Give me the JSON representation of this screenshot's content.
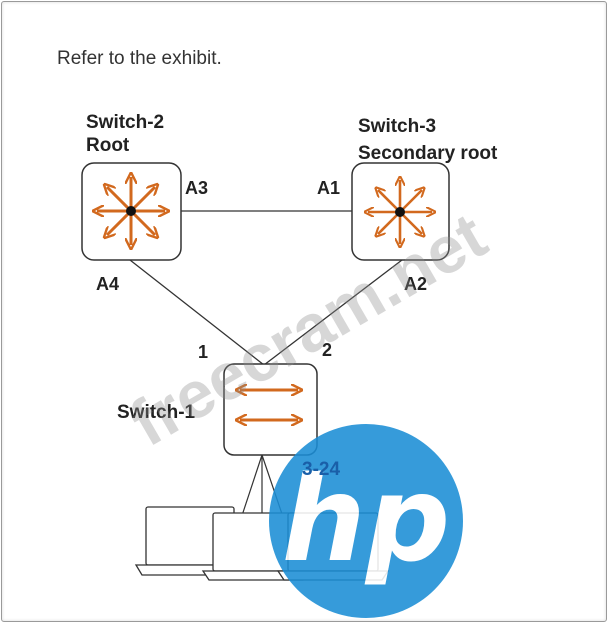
{
  "caption": "Refer to the exhibit.",
  "switches": {
    "switch2": {
      "name": "Switch-2",
      "role": "Root",
      "port_a": "A3",
      "port_b": "A4"
    },
    "switch3": {
      "name": "Switch-3",
      "role": "Secondary root",
      "port_a": "A1",
      "port_b": "A2"
    },
    "switch1": {
      "name": "Switch-1",
      "port_1": "1",
      "port_2": "2",
      "port_range": "3-24"
    }
  },
  "watermark": {
    "text": "freecram.net",
    "logo_text": "hp"
  },
  "colors": {
    "arrow_orange": "#d2691e",
    "line": "#333333",
    "port_range": "#1a5fa8",
    "hp_blue": "#1b8ed6"
  }
}
